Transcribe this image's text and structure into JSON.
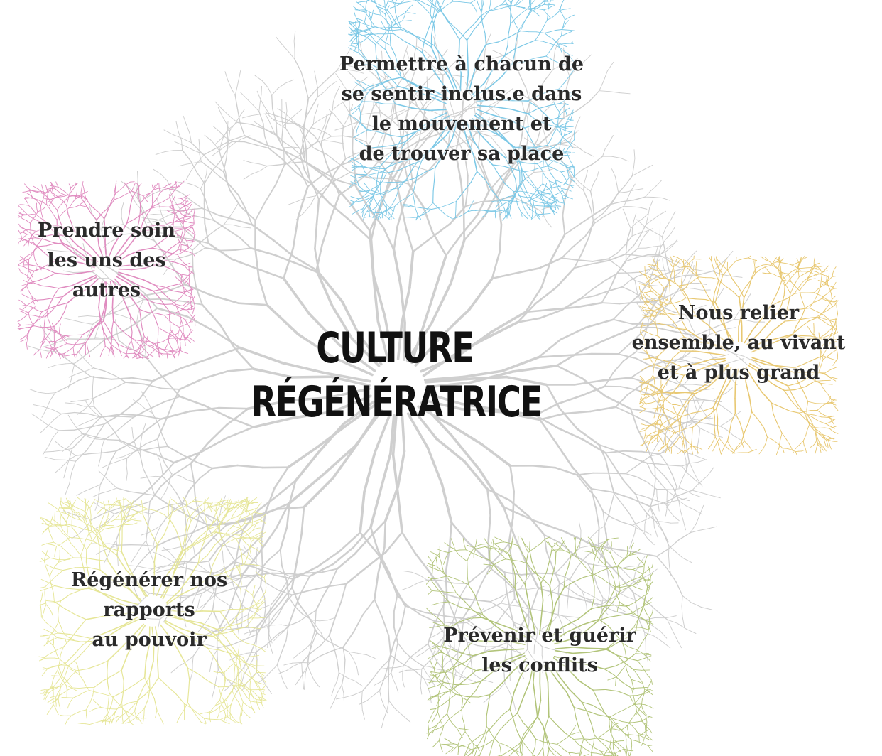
{
  "title": {
    "line1": "CULTURE",
    "line2": "RÉGÉNÉRATRICE"
  },
  "nodes": [
    {
      "id": "top",
      "color": "#7cc8e6",
      "lines": [
        "Permettre à chacun de",
        "se sentir inclus.e dans",
        "le mouvement et",
        "de trouver sa place"
      ]
    },
    {
      "id": "left",
      "color": "#e08cc0",
      "lines": [
        "Prendre soin",
        "les uns des",
        "autres"
      ]
    },
    {
      "id": "right",
      "color": "#e8c872",
      "lines": [
        "Nous relier",
        "ensemble, au vivant",
        "et à plus grand"
      ]
    },
    {
      "id": "bottom-left",
      "color": "#e6e698",
      "lines": [
        "Régénérer nos",
        "rapports",
        "au pouvoir"
      ]
    },
    {
      "id": "bottom-right",
      "color": "#b2c47a",
      "lines": [
        "Prévenir et guérir",
        "les conflits"
      ]
    }
  ],
  "network_color": "#cfcfcf"
}
